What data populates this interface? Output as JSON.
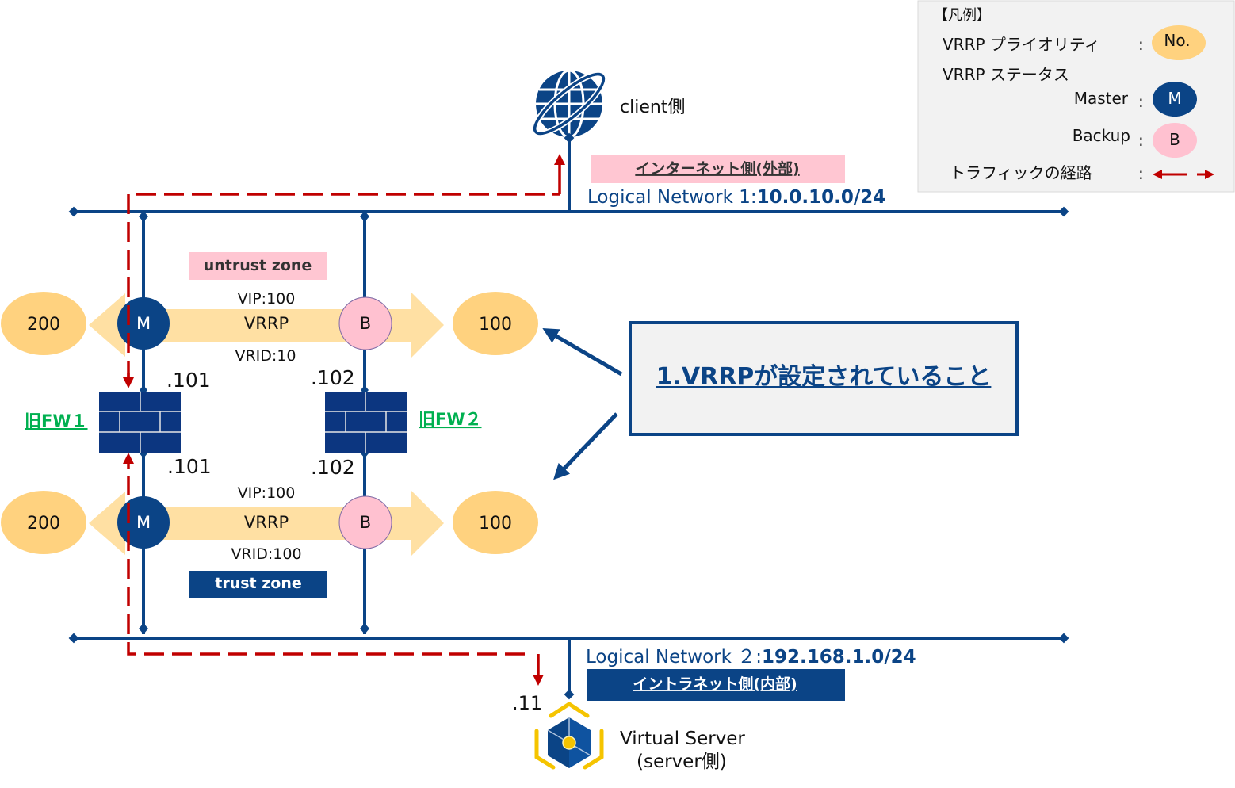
{
  "legend": {
    "title": "【凡例】",
    "priority_label": "VRRP プライオリティ",
    "priority_badge": "No.",
    "status_label": "VRRP ステータス",
    "master_label": "Master",
    "master_badge": "M",
    "backup_label": "Backup",
    "backup_badge": "B",
    "traffic_label": "トラフィックの経路",
    "colon": ":"
  },
  "client": {
    "label": "client側",
    "zone_badge": "インターネット側(外部)",
    "network_prefix": "Logical Network 1:",
    "network_cidr": "10.0.10.0/24"
  },
  "server": {
    "network_prefix": "Logical Network ２:",
    "network_cidr": "192.168.1.0/24",
    "zone_badge": "イントラネット側(内部)",
    "ip": ".11",
    "label_line1": "Virtual Server",
    "label_line2": "(server側)"
  },
  "untrust": {
    "zone_label": "untrust zone",
    "vip": "VIP:100",
    "protocol": "VRRP",
    "vrid": "VRID:10",
    "left_priority": "200",
    "right_priority": "100",
    "left_status": "M",
    "right_status": "B",
    "fw1_ip": ".101",
    "fw2_ip": ".102"
  },
  "trust": {
    "zone_label": "trust zone",
    "vip": "VIP:100",
    "protocol": "VRRP",
    "vrid": "VRID:100",
    "left_priority": "200",
    "right_priority": "100",
    "left_status": "M",
    "right_status": "B",
    "fw1_ip": ".101",
    "fw2_ip": ".102"
  },
  "firewalls": {
    "fw1_label": "旧FW１",
    "fw2_label": "旧FW２"
  },
  "callout": {
    "text": "1.VRRPが設定されていること"
  },
  "colors": {
    "navy": "#0b4486",
    "priority_fill": "#ffd27f",
    "vrrp_arrow": "#ffe0a3",
    "backup_fill": "#ffc1d0",
    "zone_pink": "#ffc6d2",
    "traffic_red": "#c00000",
    "fw_label_green": "#00b050",
    "legend_bg": "#f2f2f2",
    "firewall_fill": "#0c3680",
    "server_yellow": "#f5c400"
  }
}
